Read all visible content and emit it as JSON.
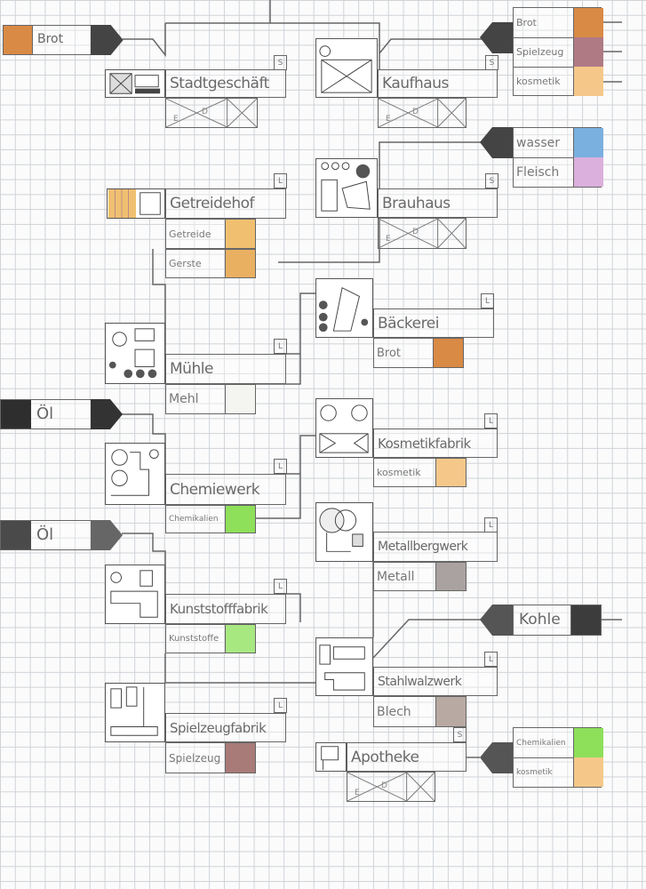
{
  "buildings": [
    {
      "name": "Stadtgeschäft",
      "tag": "S"
    },
    {
      "name": "Kaufhaus",
      "tag": "S"
    },
    {
      "name": "Brauhaus",
      "tag": "S"
    },
    {
      "name": "Getreidehof",
      "tag": "L",
      "outputs": [
        {
          "label": "Getreide",
          "color": "#f0c070"
        },
        {
          "label": "Gerste",
          "color": "#eab062"
        }
      ]
    },
    {
      "name": "Bäckerei",
      "tag": "L",
      "outputs": [
        {
          "label": "Brot",
          "color": "#d98a45"
        }
      ]
    },
    {
      "name": "Mühle",
      "tag": "L",
      "outputs": [
        {
          "label": "Mehl",
          "color": "#f4f4f0"
        }
      ]
    },
    {
      "name": "Kosmetikfabrik",
      "tag": "L",
      "outputs": [
        {
          "label": "kosmetik",
          "color": "#f5c88a"
        }
      ]
    },
    {
      "name": "Chemiewerk",
      "tag": "L",
      "outputs": [
        {
          "label": "Chemikalien",
          "color": "#8ee05a"
        }
      ]
    },
    {
      "name": "Metallbergwerk",
      "tag": "L",
      "outputs": [
        {
          "label": "Metall",
          "color": "#aaa2a0"
        }
      ]
    },
    {
      "name": "Kunststofffabrik",
      "tag": "L",
      "outputs": [
        {
          "label": "Kunststoffe",
          "color": "#a8e880"
        }
      ]
    },
    {
      "name": "Stahlwalzwerk",
      "tag": "L",
      "outputs": [
        {
          "label": "Blech",
          "color": "#b8aaa2"
        }
      ],
      "tag2": "S"
    },
    {
      "name": "Spielzeugfabrik",
      "tag": "L",
      "outputs": [
        {
          "label": "Spielzeug",
          "color": "#a87a78"
        }
      ]
    },
    {
      "name": "Apotheke"
    }
  ],
  "ed_labels": {
    "e": "E",
    "d": "D"
  },
  "inputs": {
    "brot_left": {
      "label": "Brot",
      "color": "#d98a45"
    },
    "oel_1": {
      "label": "Öl",
      "color": "#2e2e2e"
    },
    "oel_2": {
      "label": "Öl",
      "color": "#4a4a4a"
    },
    "kaufhaus": [
      {
        "label": "Brot",
        "color": "#d98a45"
      },
      {
        "label": "Spielzeug",
        "color": "#b07a85"
      },
      {
        "label": "kosmetik",
        "color": "#f5c88a"
      }
    ],
    "brauhaus": [
      {
        "label": "wasser",
        "color": "#7ab0e0"
      },
      {
        "label": "Fleisch",
        "color": "#dcb0dc"
      }
    ],
    "kohle": {
      "label": "Kohle",
      "color": "#3c3c3c"
    },
    "apotheke": [
      {
        "label": "Chemikalien",
        "color": "#8ee05a"
      },
      {
        "label": "kosmetik",
        "color": "#f5c88a"
      }
    ]
  }
}
